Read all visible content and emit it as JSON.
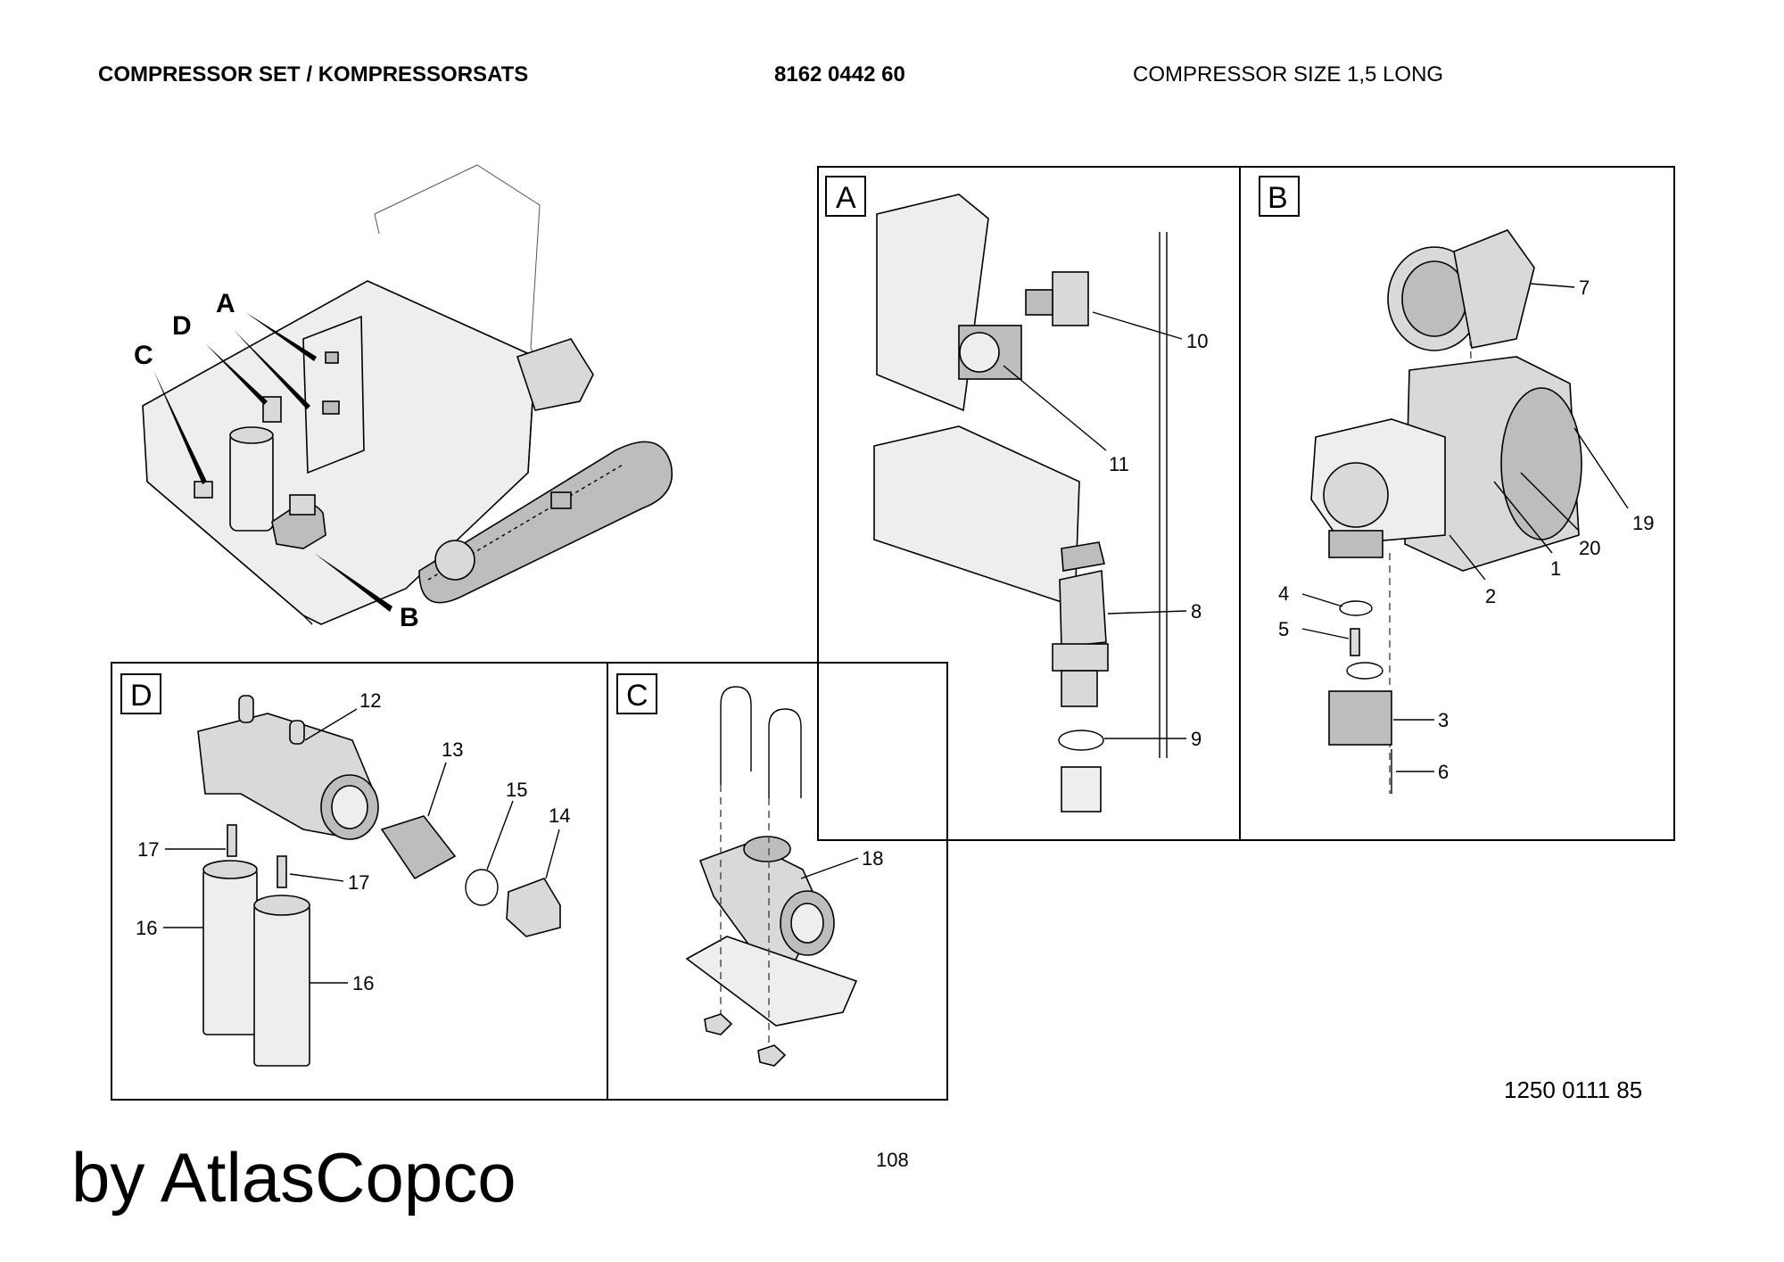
{
  "header": {
    "title": "COMPRESSOR SET / KOMPRESSORSATS",
    "part_number": "8162 0442 60",
    "description": "COMPRESSOR SIZE 1,5 LONG"
  },
  "overview": {
    "labels": [
      "A",
      "D",
      "C",
      "B"
    ]
  },
  "panels": {
    "A": {
      "letter": "A",
      "callouts": [
        "10",
        "11",
        "8",
        "9"
      ]
    },
    "B": {
      "letter": "B",
      "callouts": [
        "7",
        "19",
        "20",
        "1",
        "2",
        "4",
        "5",
        "3",
        "6"
      ]
    },
    "D": {
      "letter": "D",
      "callouts": [
        "12",
        "13",
        "15",
        "14",
        "17",
        "17",
        "16",
        "16"
      ]
    },
    "C": {
      "letter": "C",
      "callouts": [
        "18"
      ]
    }
  },
  "footer": {
    "document_number": "1250 0111 85",
    "page_number": "108",
    "brand": "by AtlasCopco"
  }
}
